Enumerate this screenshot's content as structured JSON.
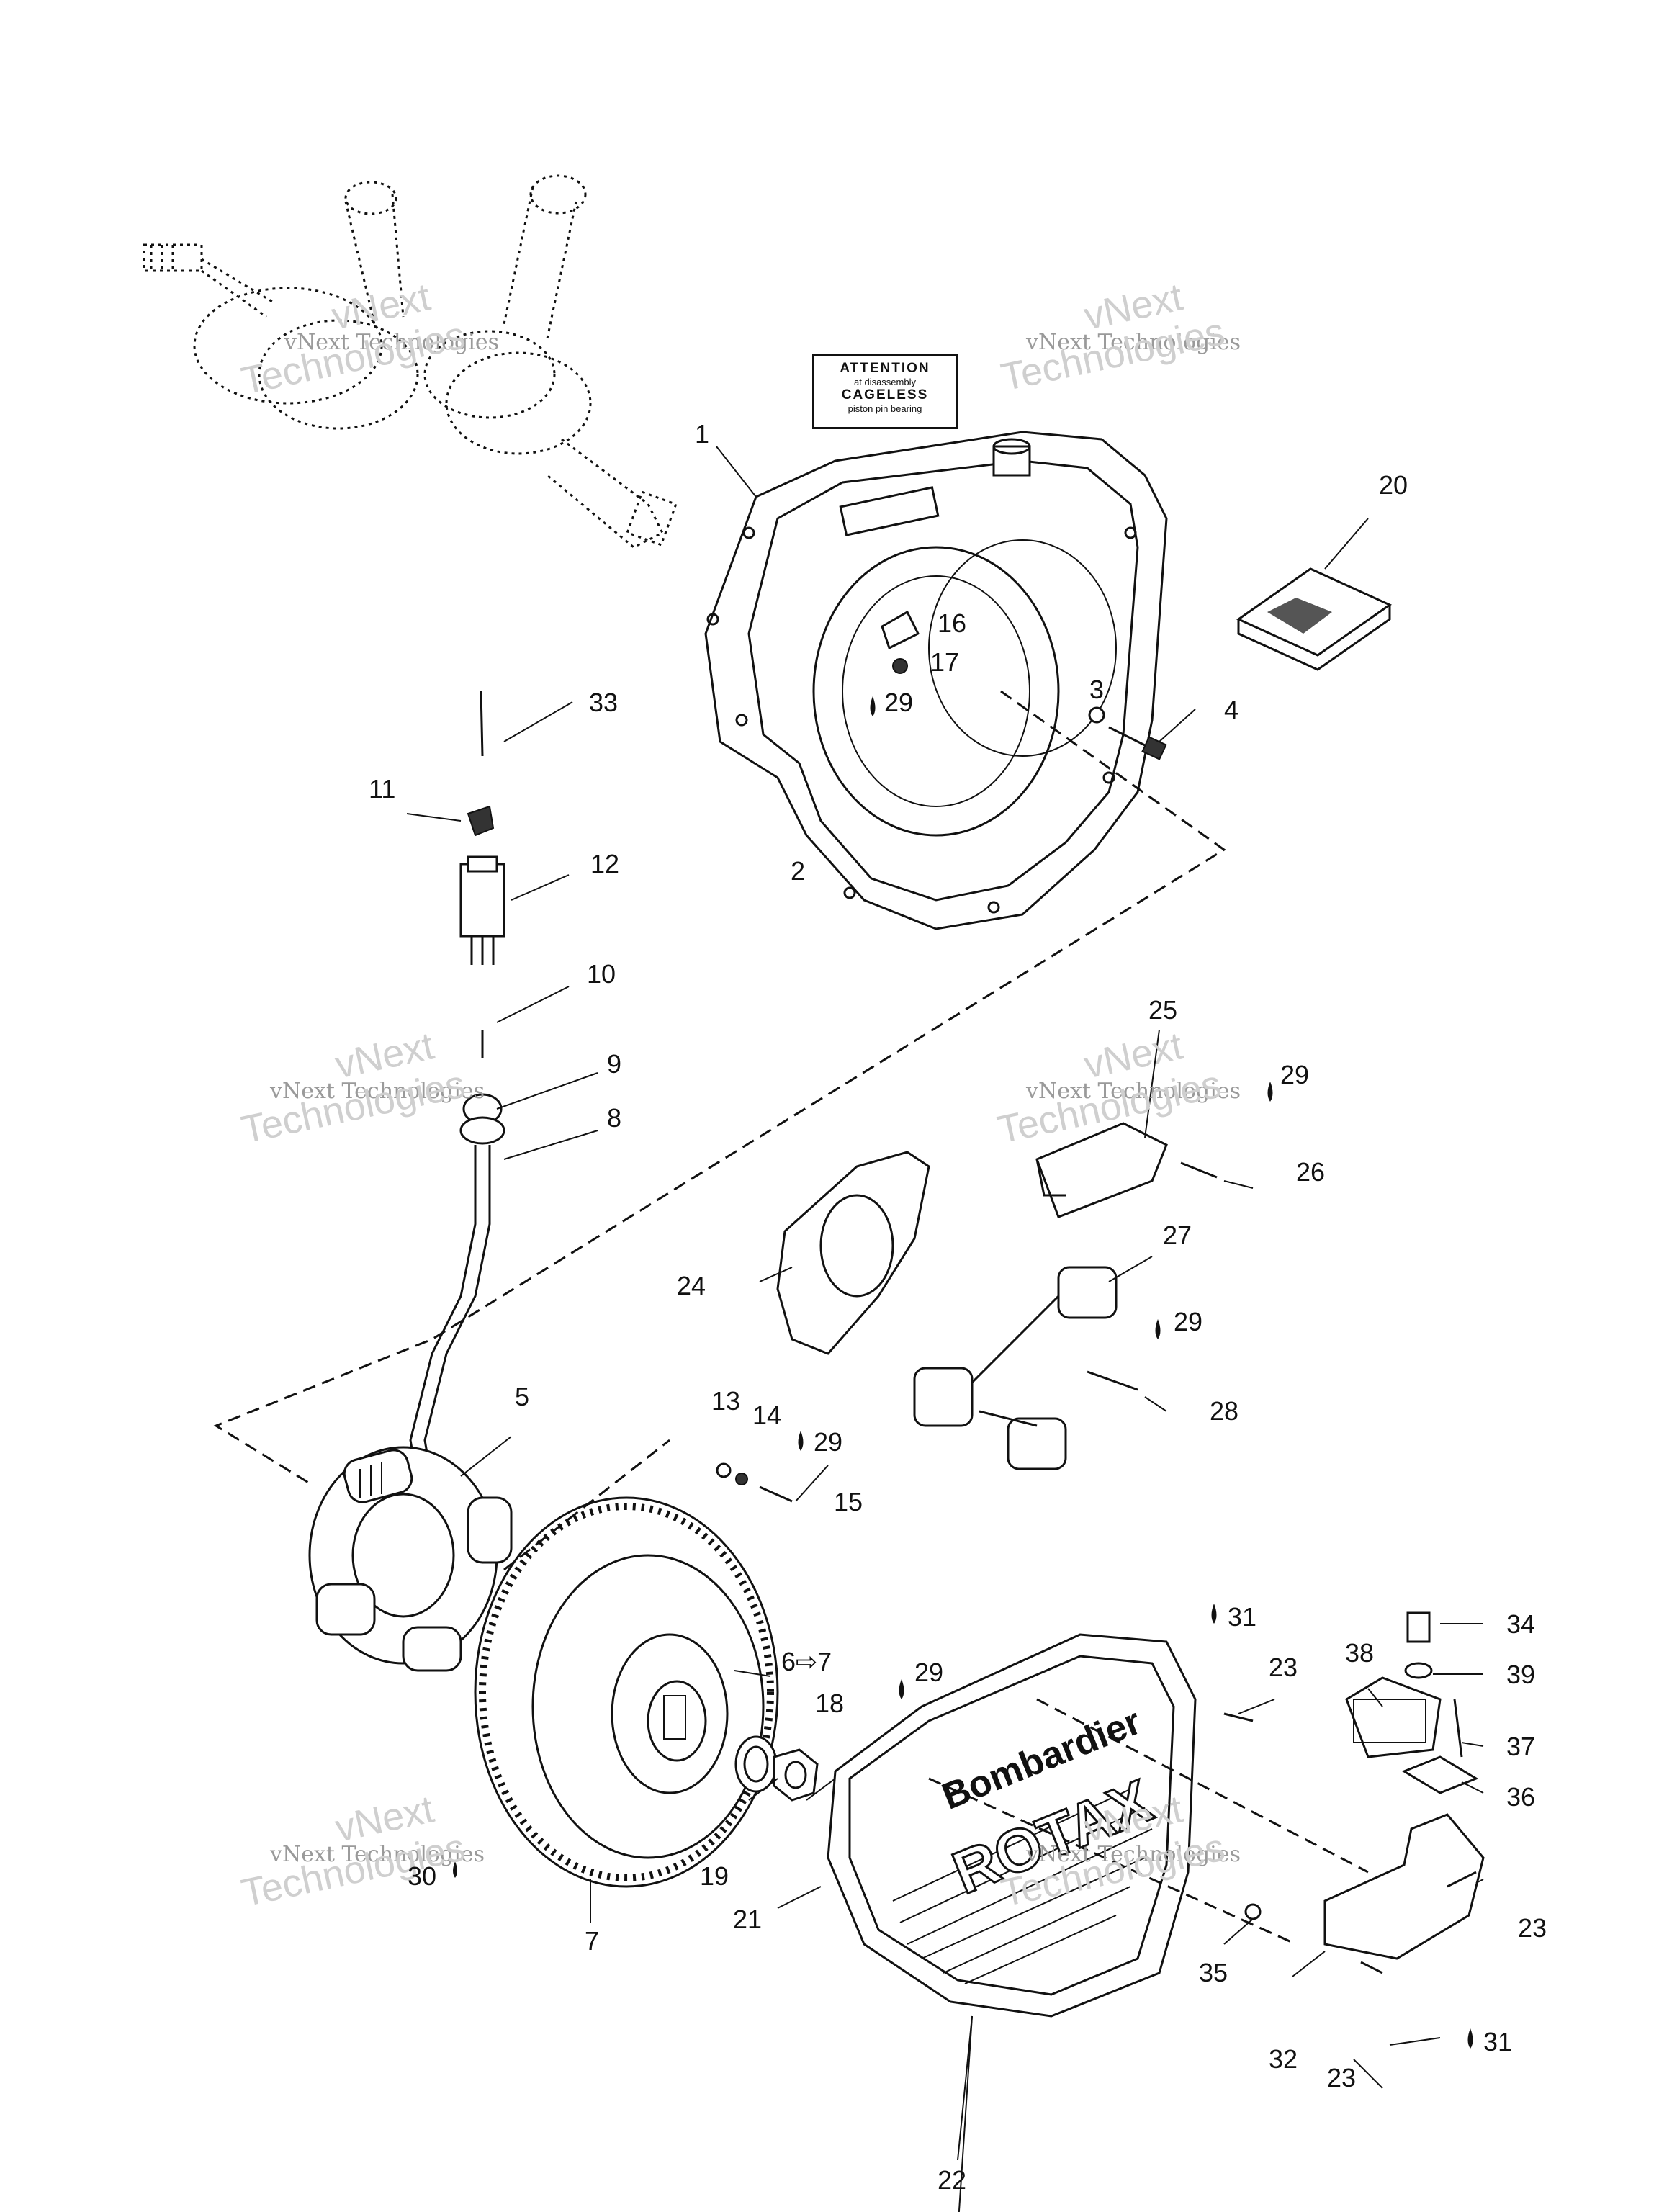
{
  "attention_label": {
    "line1": "ATTENTION",
    "line2": "at disassembly",
    "line3": "CAGELESS",
    "line4": "piston pin bearing"
  },
  "watermark": {
    "small": "vNext Technologies",
    "large_top": "vNext",
    "large_bottom": "Technologies"
  },
  "cover_brand": {
    "line1": "Bombardier",
    "line2": "ROTAX"
  },
  "part_numbers": {
    "p1": "1",
    "p2": "2",
    "p3": "3",
    "p4": "4",
    "p5": "5",
    "p6": "6⇨7",
    "p7": "7",
    "p8": "8",
    "p9": "9",
    "p10": "10",
    "p11": "11",
    "p12": "12",
    "p13": "13",
    "p14": "14",
    "p15": "15",
    "p16": "16",
    "p17": "17",
    "p18": "18",
    "p19": "19",
    "p20": "20",
    "p21": "21",
    "p22": "22",
    "p23a": "23",
    "p23b": "23",
    "p23c": "23",
    "p24": "24",
    "p25": "25",
    "p26": "26",
    "p27": "27",
    "p28": "28",
    "p29a": "29",
    "p29b": "29",
    "p29c": "29",
    "p29d": "29",
    "p29e": "29",
    "p30": "30",
    "p31a": "31",
    "p31b": "31",
    "p32": "32",
    "p33": "33",
    "p34": "34",
    "p35": "35",
    "p36": "36",
    "p37": "37",
    "p38": "38",
    "p39": "39"
  },
  "icons": {
    "oil_drop": "droplet-icon"
  }
}
